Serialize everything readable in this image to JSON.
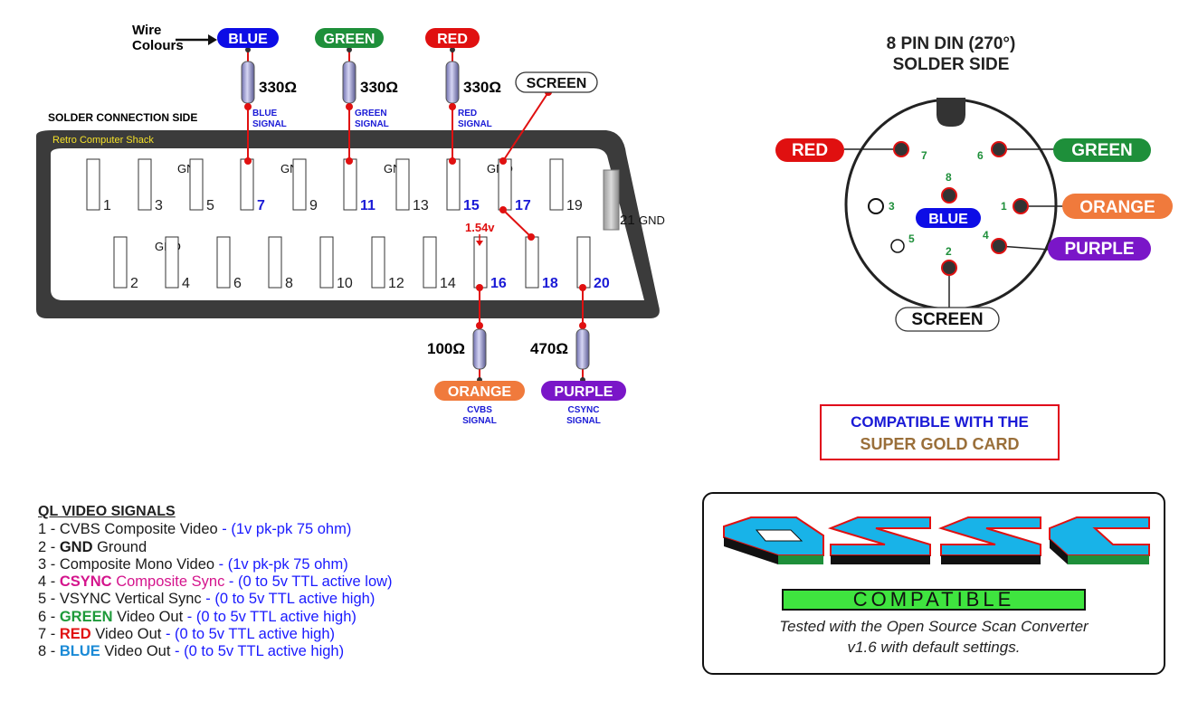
{
  "scart": {
    "wire_colours_label_1": "Wire",
    "wire_colours_label_2": "Colours",
    "solder_side_label": "SOLDER CONNECTION SIDE",
    "watermark": "Retro Computer Shack",
    "wires_top": [
      {
        "name": "BLUE",
        "color": "#0d0de6",
        "resistor": "330Ω",
        "signal_1": "BLUE",
        "signal_2": "SIGNAL"
      },
      {
        "name": "GREEN",
        "color": "#1e8f3a",
        "resistor": "330Ω",
        "signal_1": "GREEN",
        "signal_2": "SIGNAL"
      },
      {
        "name": "RED",
        "color": "#e01010",
        "resistor": "330Ω",
        "signal_1": "RED",
        "signal_2": "SIGNAL"
      }
    ],
    "screen_tag": "SCREEN",
    "gnd": "GND",
    "pins_top": [
      "1",
      "3",
      "5",
      "7",
      "9",
      "11",
      "13",
      "15",
      "17",
      "19"
    ],
    "pins_bottom": [
      "2",
      "4",
      "6",
      "8",
      "10",
      "12",
      "14",
      "16",
      "18",
      "20"
    ],
    "pin21": "21",
    "voltage": "1.54v",
    "wires_bottom": [
      {
        "name": "ORANGE",
        "color": "#f07a3c",
        "resistor": "100Ω",
        "signal_1": "CVBS",
        "signal_2": "SIGNAL"
      },
      {
        "name": "PURPLE",
        "color": "#7a16c8",
        "resistor": "470Ω",
        "signal_1": "CSYNC",
        "signal_2": "SIGNAL"
      }
    ]
  },
  "din": {
    "title_1": "8 PIN DIN (270°)",
    "title_2": "SOLDER SIDE",
    "tags": [
      {
        "name": "RED",
        "color": "#e01010",
        "pin": "7"
      },
      {
        "name": "GREEN",
        "color": "#1e8f3a",
        "pin": "6"
      },
      {
        "name": "ORANGE",
        "color": "#f07a3c",
        "pin": "1"
      },
      {
        "name": "PURPLE",
        "color": "#7a16c8",
        "pin": "4"
      },
      {
        "name": "BLUE",
        "color": "#0d0de6",
        "pin": "8"
      },
      {
        "name": "SCREEN",
        "color": "#ffffff",
        "pin": "2"
      }
    ],
    "open_pins": [
      "3",
      "5"
    ]
  },
  "signals": {
    "heading": "QL VIDEO SIGNALS",
    "rows": [
      {
        "num": "1 - ",
        "key": "",
        "key_color": "",
        "desc": "CVBS Composite Video",
        "spec": " - (1v pk-pk 75 ohm)"
      },
      {
        "num": "2 - ",
        "key": "GND",
        "key_color": "#1a1a1a",
        "desc": " Ground",
        "spec": ""
      },
      {
        "num": "3 - ",
        "key": "",
        "key_color": "",
        "desc": "Composite Mono Video",
        "spec": " - (1v pk-pk 75 ohm)"
      },
      {
        "num": "4 - ",
        "key": "CSYNC",
        "key_color": "#d4148c",
        "desc": " Composite Sync",
        "spec": " - (0 to 5v TTL active low)"
      },
      {
        "num": "5 - ",
        "key": "",
        "key_color": "",
        "desc": "VSYNC Vertical Sync",
        "spec": " - (0 to 5v TTL active high)"
      },
      {
        "num": "6 - ",
        "key": "GREEN",
        "key_color": "#1e9a3a",
        "desc": " Video Out",
        "spec": " - (0 to 5v TTL active high)"
      },
      {
        "num": "7 - ",
        "key": "RED",
        "key_color": "#e01010",
        "desc": " Video Out",
        "spec": " - (0 to 5v TTL active high)"
      },
      {
        "num": "8 - ",
        "key": "BLUE",
        "key_color": "#1a8ad6",
        "desc": " Video Out",
        "spec": " - (0 to 5v TTL active high)"
      }
    ]
  },
  "compat": {
    "line_1": "COMPATIBLE WITH THE",
    "line_2": "SUPER GOLD CARD"
  },
  "ossc": {
    "logo": "OSSC",
    "badge": "COMPATIBLE",
    "caption_1": "Tested with the Open Source Scan Converter",
    "caption_2": "v1.6 with default settings."
  }
}
